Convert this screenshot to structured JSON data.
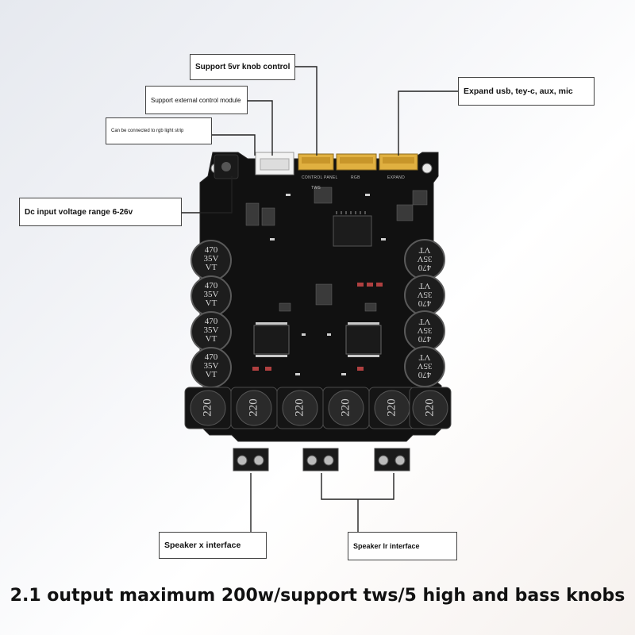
{
  "labels": {
    "knob_control": "Support 5vr knob control",
    "expand": "Expand usb, tey-c, aux, mic",
    "external_module": "Support external control module",
    "rgb_strip": "Can be connected to rgb light strip",
    "dc_input": "Dc input voltage range 6-26v",
    "speaker_x": "Speaker x interface",
    "speaker_lr": "Speaker lr interface"
  },
  "capacitors": {
    "left": [
      {
        "line1": "470",
        "line2": "35V",
        "line3": "VT"
      },
      {
        "line1": "470",
        "line2": "35V",
        "line3": "VT"
      },
      {
        "line1": "470",
        "line2": "35V",
        "line3": "VT"
      },
      {
        "line1": "470",
        "line2": "35V",
        "line3": "VT"
      }
    ],
    "right": [
      {
        "line1": "470",
        "line2": "35V",
        "line3": "VT"
      },
      {
        "line1": "470",
        "line2": "35V",
        "line3": "VT"
      },
      {
        "line1": "470",
        "line2": "35V",
        "line3": "VT"
      },
      {
        "line1": "470",
        "line2": "35V",
        "line3": "VT"
      }
    ]
  },
  "inductors": [
    "220",
    "220",
    "220",
    "220",
    "220",
    "220"
  ],
  "silkscreen": {
    "control_panel": "CONTROL PANEL",
    "rgb": "RGB",
    "expand": "EXPAND",
    "tws": "TWS"
  },
  "footer": {
    "title": "2.1 output maximum 200w/support tws/5 high and bass knobs"
  },
  "colors": {
    "board": "#111111",
    "connector": "#e0b040",
    "label_border": "#444444",
    "line": "#222222"
  }
}
